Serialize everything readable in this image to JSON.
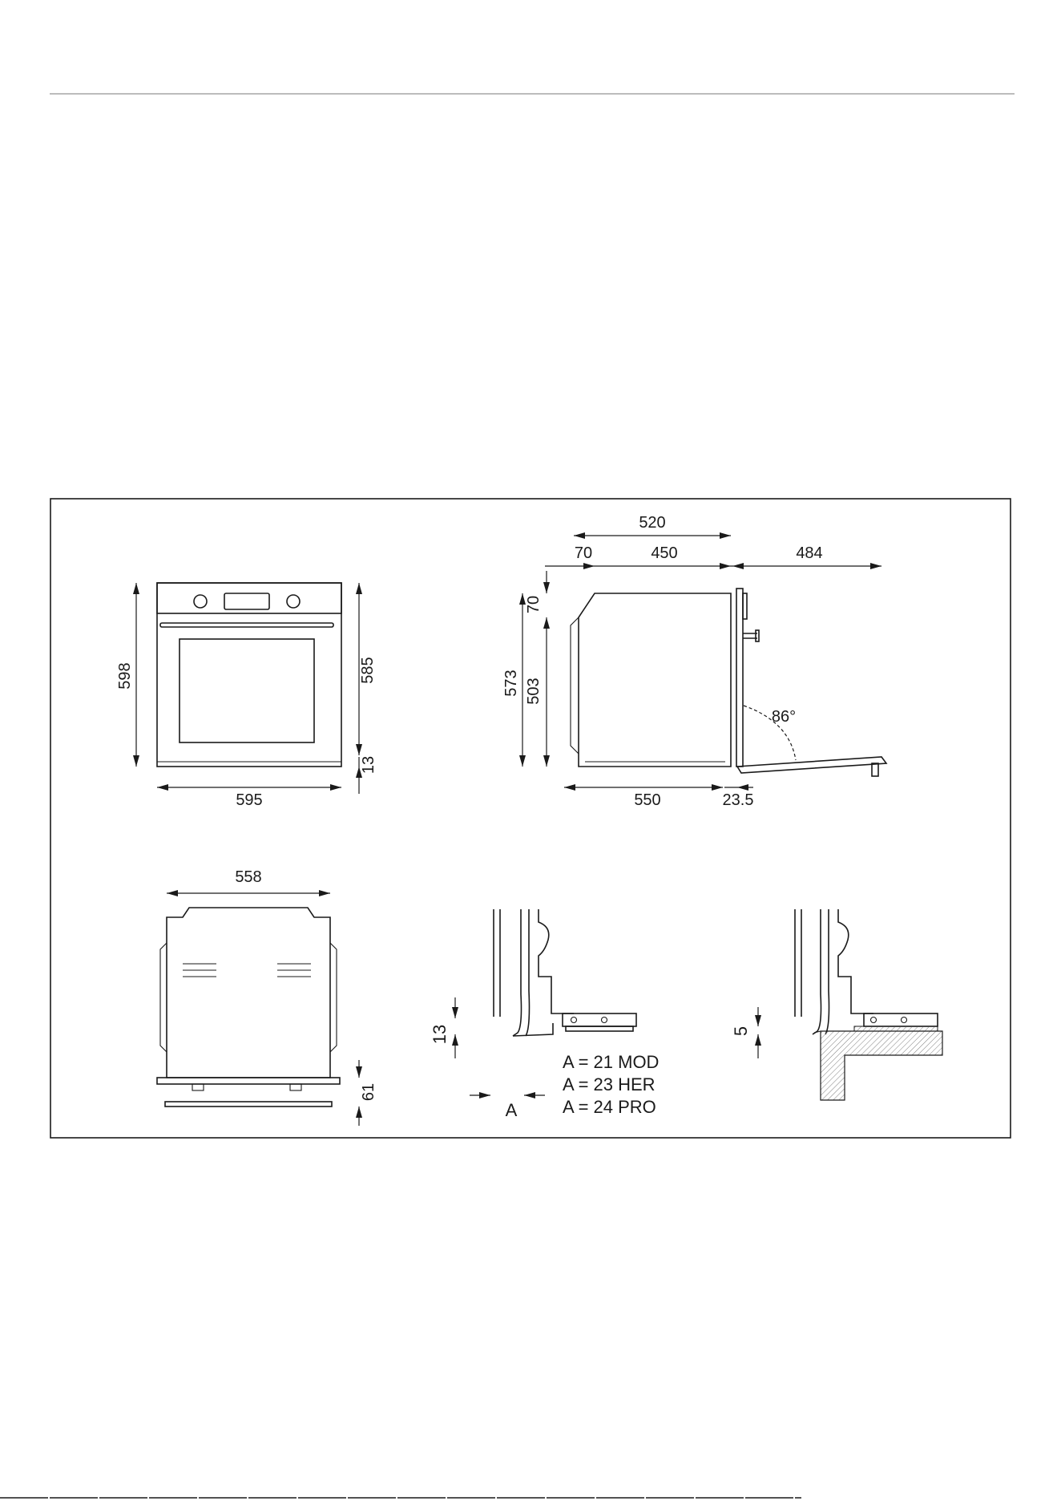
{
  "header": {
    "rule": true
  },
  "colors": {
    "ink": "#1a1a1a",
    "rule": "#bcbcbc",
    "hatch": "#808080",
    "paper": "#ffffff"
  },
  "front_view": {
    "height_total": "598",
    "height_body": "585",
    "height_base": "13",
    "width": "595"
  },
  "side_view": {
    "depth_total": "520",
    "offset": "70",
    "depth_body": "450",
    "door_open": "484",
    "height_top": "70",
    "height_total": "573",
    "height_body": "503",
    "door_angle": "86°",
    "depth_bottom": "550",
    "panel_depth": "23.5"
  },
  "back_view": {
    "width": "558",
    "height_base": "61"
  },
  "detail_a": {
    "gap": "13",
    "label": "A",
    "legend": [
      "A = 21 MOD",
      "A = 23 HER",
      "A = 24 PRO"
    ]
  },
  "detail_b": {
    "gap": "5"
  }
}
